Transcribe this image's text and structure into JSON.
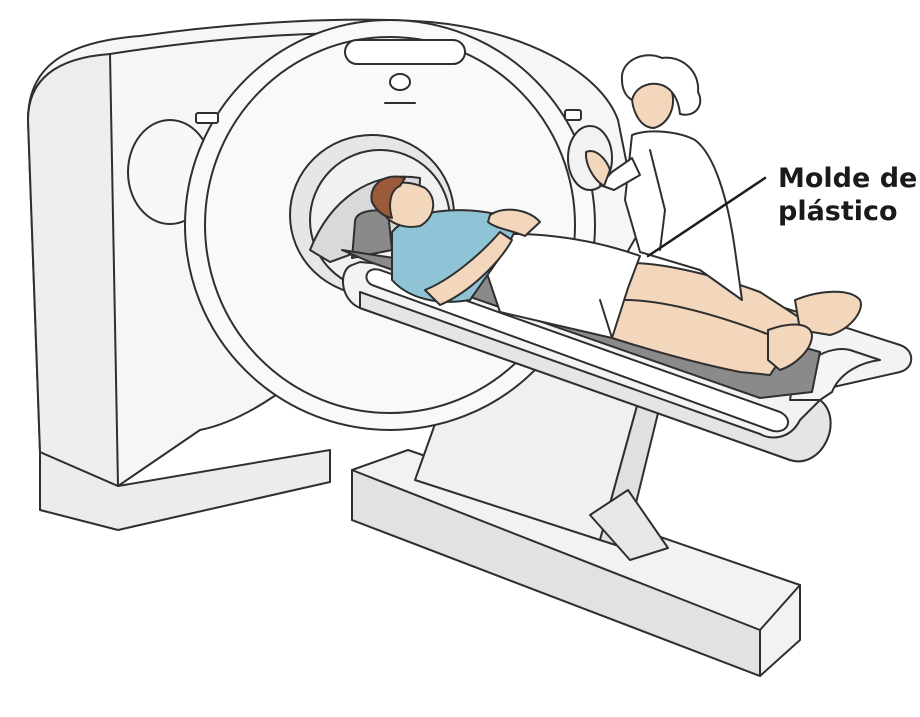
{
  "callout": {
    "line1": "Molde de",
    "line2": "plástico"
  },
  "colors": {
    "outline": "#2f2f2f",
    "machine": "#f4f4f4",
    "machine_shade": "#e4e4e4",
    "table_top": "#ececec",
    "mold": "#8a8a8a",
    "gown": "#8fc3d6",
    "skin": "#f3d7bd",
    "hair_patient": "#9b5a3a",
    "shorts": "#ffffff"
  },
  "icons": [
    "ct-scanner",
    "patient",
    "technician",
    "plastic-mold",
    "patient-table"
  ]
}
